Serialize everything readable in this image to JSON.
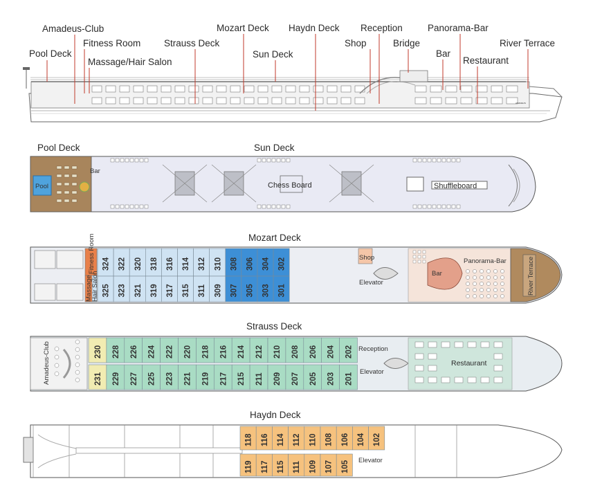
{
  "profile": {
    "callouts": [
      {
        "id": "amadeus-club",
        "label": "Amadeus-Club"
      },
      {
        "id": "fitness-room",
        "label": "Fitness Room"
      },
      {
        "id": "pool-deck",
        "label": "Pool Deck"
      },
      {
        "id": "massage-hair-salon",
        "label": "Massage/Hair Salon"
      },
      {
        "id": "strauss-deck",
        "label": "Strauss Deck"
      },
      {
        "id": "mozart-deck",
        "label": "Mozart Deck"
      },
      {
        "id": "sun-deck",
        "label": "Sun Deck"
      },
      {
        "id": "haydn-deck",
        "label": "Haydn Deck"
      },
      {
        "id": "reception",
        "label": "Reception"
      },
      {
        "id": "shop",
        "label": "Shop"
      },
      {
        "id": "bridge",
        "label": "Bridge"
      },
      {
        "id": "panorama-bar",
        "label": "Panorama-Bar"
      },
      {
        "id": "bar",
        "label": "Bar"
      },
      {
        "id": "restaurant",
        "label": "Restaurant"
      },
      {
        "id": "river-terrace",
        "label": "River Terrace"
      }
    ]
  },
  "sun_deck": {
    "title_pool": "Pool Deck",
    "title_sun": "Sun Deck",
    "pool": "Pool",
    "bar": "Bar",
    "chess": "Chess Board",
    "shuffle": "Shuffleboard"
  },
  "mozart": {
    "title": "Mozart Deck",
    "top_cabins": [
      "324",
      "322",
      "320",
      "318",
      "316",
      "314",
      "312",
      "310",
      "308",
      "306",
      "304",
      "302"
    ],
    "bottom_cabins": [
      "325",
      "323",
      "321",
      "319",
      "317",
      "315",
      "311",
      "309",
      "307",
      "305",
      "303",
      "301"
    ],
    "fitness": "Fitness Room",
    "massage": "Massage",
    "hair": "Hair Salon",
    "shop": "Shop",
    "elevator": "Elevator",
    "bar": "Bar",
    "panorama": "Panorama-Bar",
    "terrace": "River Terrace"
  },
  "strauss": {
    "title": "Strauss Deck",
    "top_cabins": [
      "230",
      "228",
      "226",
      "224",
      "222",
      "220",
      "218",
      "216",
      "214",
      "212",
      "210",
      "208",
      "206",
      "204",
      "202"
    ],
    "bottom_cabins": [
      "231",
      "229",
      "227",
      "225",
      "223",
      "221",
      "219",
      "217",
      "215",
      "211",
      "209",
      "207",
      "205",
      "203",
      "201"
    ],
    "club": "Amadeus-Club",
    "reception": "Reception",
    "elevator": "Elevator",
    "restaurant": "Restaurant"
  },
  "haydn": {
    "title": "Haydn Deck",
    "top_cabins": [
      "118",
      "116",
      "114",
      "112",
      "110",
      "108",
      "106",
      "104",
      "102"
    ],
    "bottom_cabins": [
      "119",
      "117",
      "115",
      "111",
      "109",
      "107",
      "105"
    ],
    "elevator": "Elevator"
  },
  "colors": {
    "mozart_light": "#cfe3f3",
    "mozart_dark": "#3d8fd6",
    "strauss": "#a9dcc4",
    "strauss_yellow": "#f1ecb2",
    "haydn": "#f6c27e",
    "orange": "#e8804a",
    "deck_fill": "#e9eaf4",
    "public": "#f5dccf",
    "wood": "#9b7b56"
  }
}
